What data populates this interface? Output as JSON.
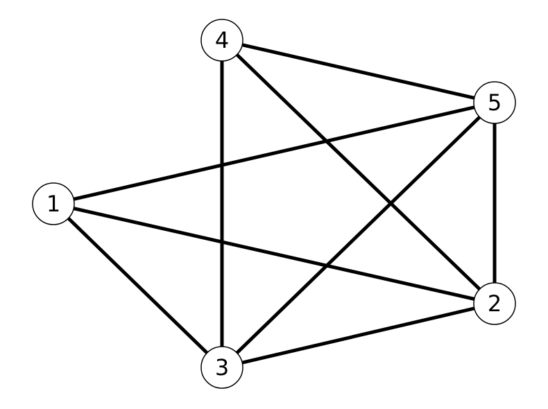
{
  "graph": {
    "nodes": [
      {
        "id": "1",
        "label": "1"
      },
      {
        "id": "2",
        "label": "2"
      },
      {
        "id": "3",
        "label": "3"
      },
      {
        "id": "4",
        "label": "4"
      },
      {
        "id": "5",
        "label": "5"
      }
    ],
    "edges": [
      {
        "from": "1",
        "to": "5"
      },
      {
        "from": "1",
        "to": "2"
      },
      {
        "from": "1",
        "to": "3"
      },
      {
        "from": "4",
        "to": "5"
      },
      {
        "from": "4",
        "to": "3"
      },
      {
        "from": "4",
        "to": "2"
      },
      {
        "from": "5",
        "to": "2"
      },
      {
        "from": "5",
        "to": "3"
      },
      {
        "from": "2",
        "to": "3"
      }
    ],
    "colors": {
      "edge": "#000000",
      "node_fill": "#ffffff",
      "node_stroke": "#000000",
      "background": "#ffffff"
    }
  }
}
